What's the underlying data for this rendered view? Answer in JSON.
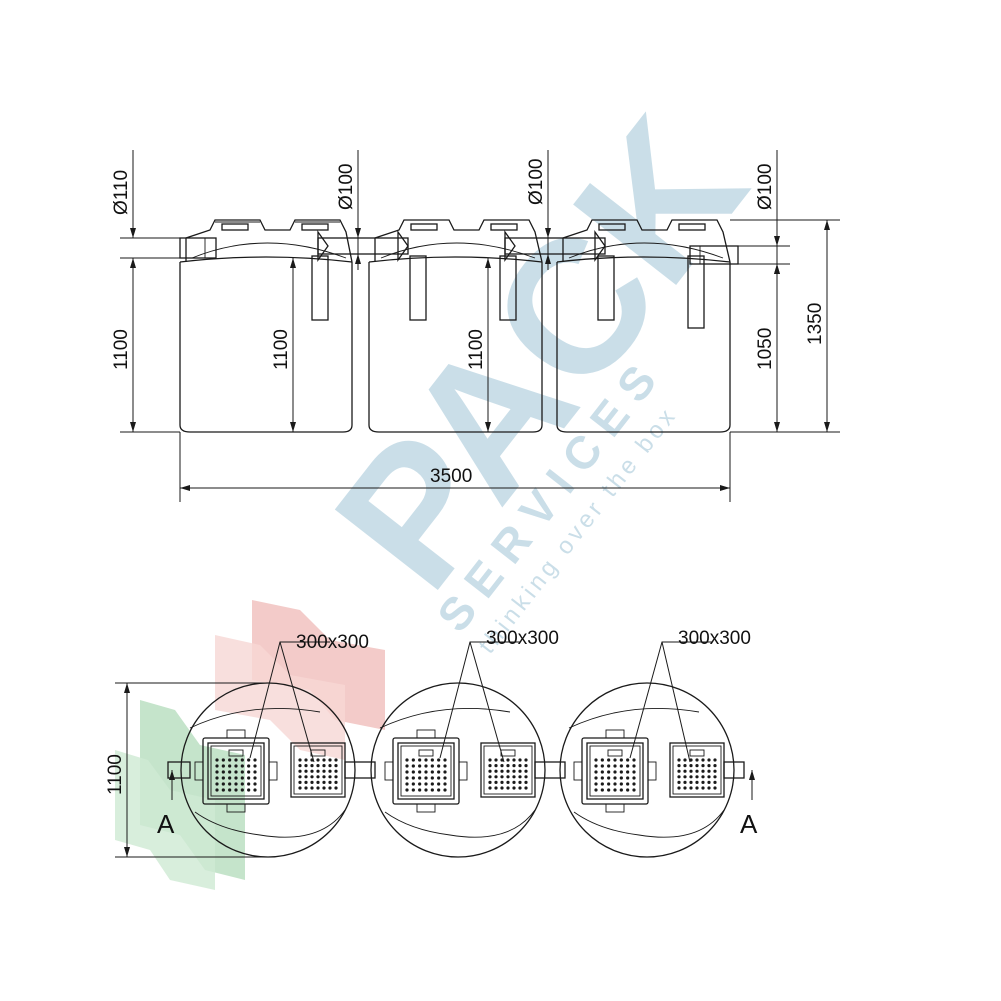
{
  "side_view": {
    "inlet_diameter": "Ø110",
    "pipe_diameter_1": "Ø100",
    "pipe_diameter_2": "Ø100",
    "outlet_diameter": "Ø100",
    "height_tank_1": "1100",
    "height_tank_2": "1100",
    "height_tank_3": "1100",
    "outlet_height": "1050",
    "total_height": "1350",
    "total_length": "3500"
  },
  "plan_view": {
    "cover_label_1": "300x300",
    "cover_label_2": "300x300",
    "cover_label_3": "300x300",
    "diameter": "1100",
    "section_left": "A",
    "section_right": "A"
  },
  "watermark": {
    "brand": "PACK",
    "sub": "S E R V I C E S",
    "tagline": "thinking over the box",
    "brand_color": "#9fc4d6",
    "flag_red": "#e58a85",
    "flag_green": "#7cc28a"
  }
}
